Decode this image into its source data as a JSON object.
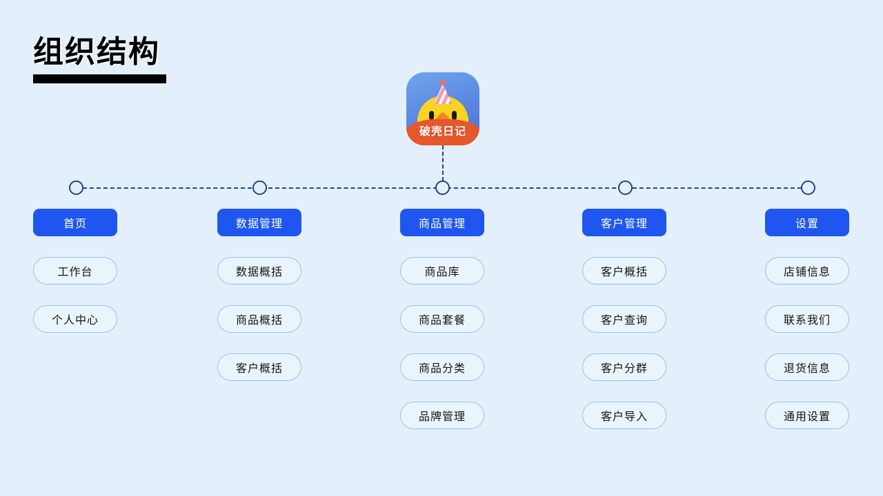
{
  "page": {
    "title": "组织结构",
    "background_color": "#e3f0fb",
    "accent_color": "#1f56f0",
    "line_color": "#1d4294"
  },
  "app_icon": {
    "name": "破壳日记",
    "banner_text": "破壳日记",
    "banner_color": "#e8562b",
    "chick_color": "#fbd423",
    "background_gradient": "#6fa5ee → #4a6fd0"
  },
  "columns": [
    {
      "id": "home",
      "header": "首页",
      "items": [
        "工作台",
        "个人中心"
      ]
    },
    {
      "id": "data-management",
      "header": "数据管理",
      "items": [
        "数据概括",
        "商品概括",
        "客户概括"
      ]
    },
    {
      "id": "product-management",
      "header": "商品管理",
      "items": [
        "商品库",
        "商品套餐",
        "商品分类",
        "品牌管理"
      ]
    },
    {
      "id": "customer-management",
      "header": "客户管理",
      "items": [
        "客户概括",
        "客户查询",
        "客户分群",
        "客户导入"
      ]
    },
    {
      "id": "settings",
      "header": "设置",
      "items": [
        "店铺信息",
        "联系我们",
        "退货信息",
        "通用设置"
      ]
    }
  ]
}
